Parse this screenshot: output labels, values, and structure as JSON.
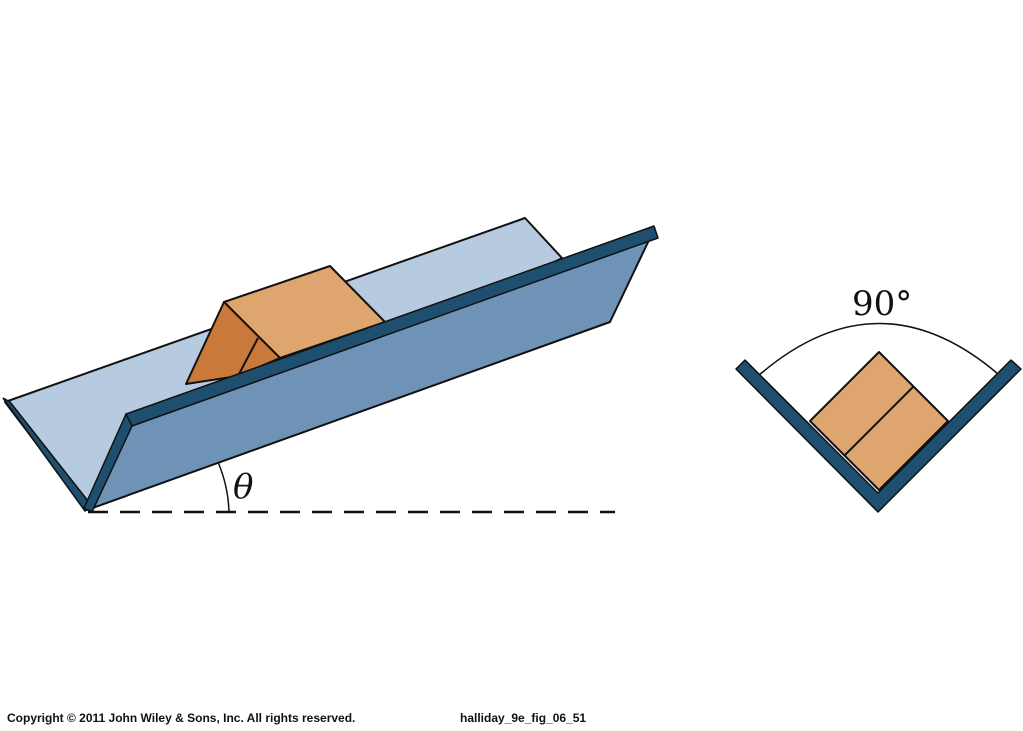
{
  "labels": {
    "angle_symbol": "θ",
    "corner_angle": "90°"
  },
  "footer": {
    "copyright": "Copyright © 2011 John Wiley & Sons, Inc. All rights reserved.",
    "figure_id": "halliday_9e_fig_06_51"
  },
  "colors": {
    "trough_back_face": "#b7cbe0",
    "trough_front_face": "#6f92b7",
    "trough_edge": "#1e4f6e",
    "block_top": "#dfa56f",
    "block_side": "#c97a3a",
    "block_end": "#d98e4c",
    "outline": "#111111"
  }
}
